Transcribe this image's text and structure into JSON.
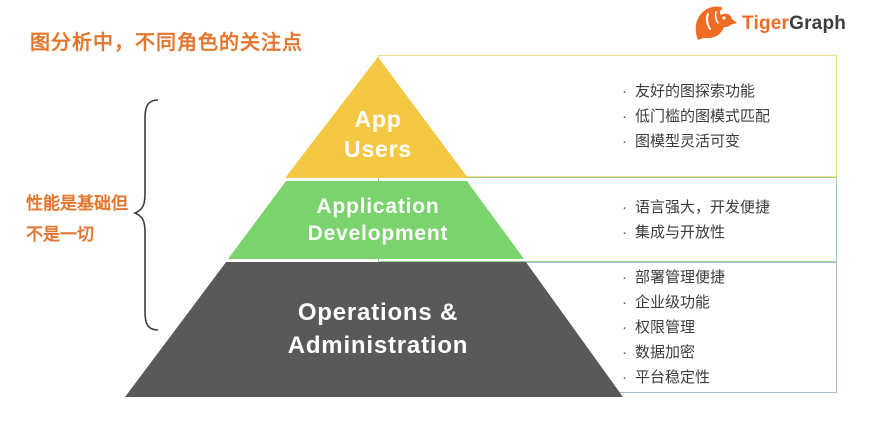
{
  "title": {
    "text": "图分析中，不同角色的关注点",
    "color": "#E4772F"
  },
  "logo": {
    "tiger": "Tiger",
    "graph": "Graph",
    "tiger_color": "#F16C23",
    "graph_color": "#3E3E40"
  },
  "side_note": {
    "line1": "性能是基础但",
    "line2": "不是一切",
    "color": "#E4772F"
  },
  "ui": {
    "bullet_char": "·"
  },
  "pyramid": {
    "layers": [
      {
        "name": "app-users",
        "label_lines": [
          "App",
          "Users"
        ],
        "fill": "#F5C843",
        "box_border": "#F3DC8E",
        "bullets": [
          "友好的图探索功能",
          "低门槛的图模式匹配",
          "图模型灵活可变"
        ]
      },
      {
        "name": "application-development",
        "label_lines": [
          "Application",
          "Development"
        ],
        "fill": "#7AD36C",
        "box_border": "#98D793",
        "bullets": [
          "语言强大，开发便捷",
          "集成与开放性"
        ]
      },
      {
        "name": "operations-administration",
        "label_lines": [
          "Operations &",
          "Administration"
        ],
        "fill": "#595959",
        "box_border": "#A8BECE",
        "bullets": [
          "部署管理便捷",
          "企业级功能",
          "权限管理",
          "数据加密",
          "平台稳定性"
        ]
      }
    ]
  }
}
